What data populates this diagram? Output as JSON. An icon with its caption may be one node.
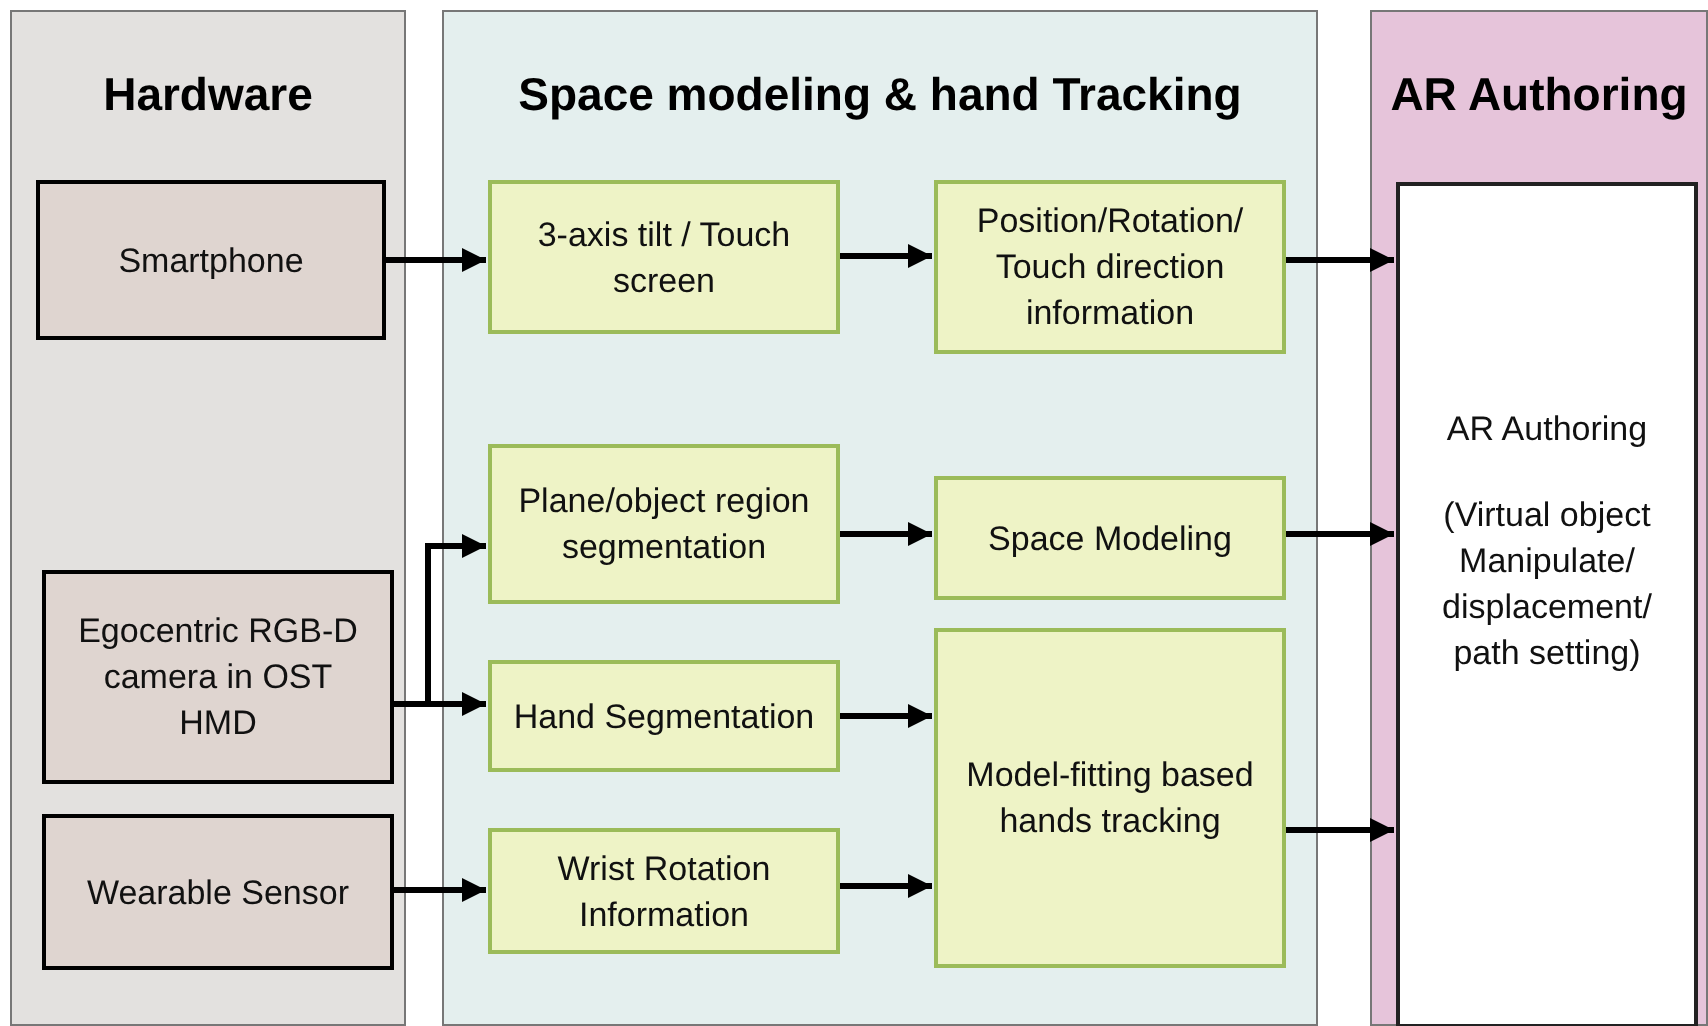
{
  "diagram": {
    "nodes": [
      {
        "text": [
          "Hardware"
        ]
      },
      {
        "text": [
          "Space modeling & hand Tracking"
        ]
      },
      {
        "text": [
          "AR Authoring"
        ]
      },
      {
        "text": [
          "Smartphone"
        ],
        "in": 0
      },
      {
        "text": [
          "Egocentric RGB-D camera in OST HMD"
        ],
        "in": 0
      },
      {
        "text": [
          "Wearable Sensor"
        ],
        "in": 0
      },
      {
        "text": [
          "3-axis tilt / Touch screen"
        ],
        "in": 1
      },
      {
        "text": [
          "Plane/object region segmentation"
        ],
        "in": 1
      },
      {
        "text": [
          "Hand Segmentation"
        ],
        "in": 1
      },
      {
        "text": [
          "Wrist Rotation Information"
        ],
        "in": 1
      },
      {
        "text": [
          "Position/Rotation/ Touch direction information"
        ],
        "in": 1
      },
      {
        "text": [
          "Space Modeling"
        ],
        "in": 1
      },
      {
        "text": [
          "Model-fitting based hands tracking"
        ],
        "in": 1
      },
      {
        "text": [
          "AR Authoring",
          "(Virtual object Manipulate/ displacement/ path setting)"
        ],
        "in": 2
      }
    ],
    "edges": [
      {
        "from": 3,
        "to": 6,
        "arrow": "to"
      },
      {
        "from": 6,
        "to": 10,
        "arrow": "to"
      },
      {
        "from": 10,
        "to": 13,
        "arrow": "to"
      },
      {
        "from": 4,
        "to": 7,
        "arrow": "to"
      },
      {
        "from": 4,
        "to": 8,
        "arrow": "to"
      },
      {
        "from": 7,
        "to": 11,
        "arrow": "to"
      },
      {
        "from": 11,
        "to": 13,
        "arrow": "to"
      },
      {
        "from": 8,
        "to": 12,
        "arrow": "to"
      },
      {
        "from": 5,
        "to": 9,
        "arrow": "to"
      },
      {
        "from": 9,
        "to": 12,
        "arrow": "to"
      },
      {
        "from": 12,
        "to": 13,
        "arrow": "to"
      }
    ]
  }
}
